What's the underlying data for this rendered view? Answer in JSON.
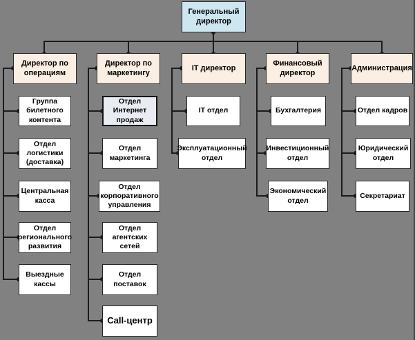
{
  "chart": {
    "type": "org-chart",
    "background": "#818181",
    "colors": {
      "canvas_bg": "#818181",
      "root_fill": "#cde6f0",
      "director_fill": "#fbeee2",
      "child_fill": "#ffffff",
      "selected_fill": "#e9edf3",
      "node_border": "#262626",
      "line_color": "#1b1b1b"
    },
    "root": {
      "label": "Генеральный директор"
    },
    "directors": [
      {
        "label": "Директор по операциям",
        "children": [
          {
            "label": "Группа билетного контента"
          },
          {
            "label": "Отдел логистики (доставка)"
          },
          {
            "label": "Центральная касса"
          },
          {
            "label": "Отдел регионального развития"
          },
          {
            "label": "Выездные кассы"
          }
        ]
      },
      {
        "label": "Директор по маркетингу",
        "children": [
          {
            "label": "Отдел Интернет продаж",
            "selected": true
          },
          {
            "label": "Отдел маркетинга"
          },
          {
            "label": "Отдел корпоративного управления"
          },
          {
            "label": "Отдел агентских сетей"
          },
          {
            "label": "Отдел поставок"
          },
          {
            "label": "Call-центр"
          }
        ]
      },
      {
        "label": "IT директор",
        "children": [
          {
            "label": "IT отдел"
          },
          {
            "label": "Эксплуатационный отдел"
          }
        ]
      },
      {
        "label": "Финансовый директор",
        "children": [
          {
            "label": "Бухгалтерия"
          },
          {
            "label": "Инвестиционный отдел"
          },
          {
            "label": "Экономический отдел"
          }
        ]
      },
      {
        "label": "Администрация",
        "children": [
          {
            "label": "Отдел кадров"
          },
          {
            "label": "Юридический отдел"
          },
          {
            "label": "Секретариат"
          }
        ]
      }
    ]
  }
}
